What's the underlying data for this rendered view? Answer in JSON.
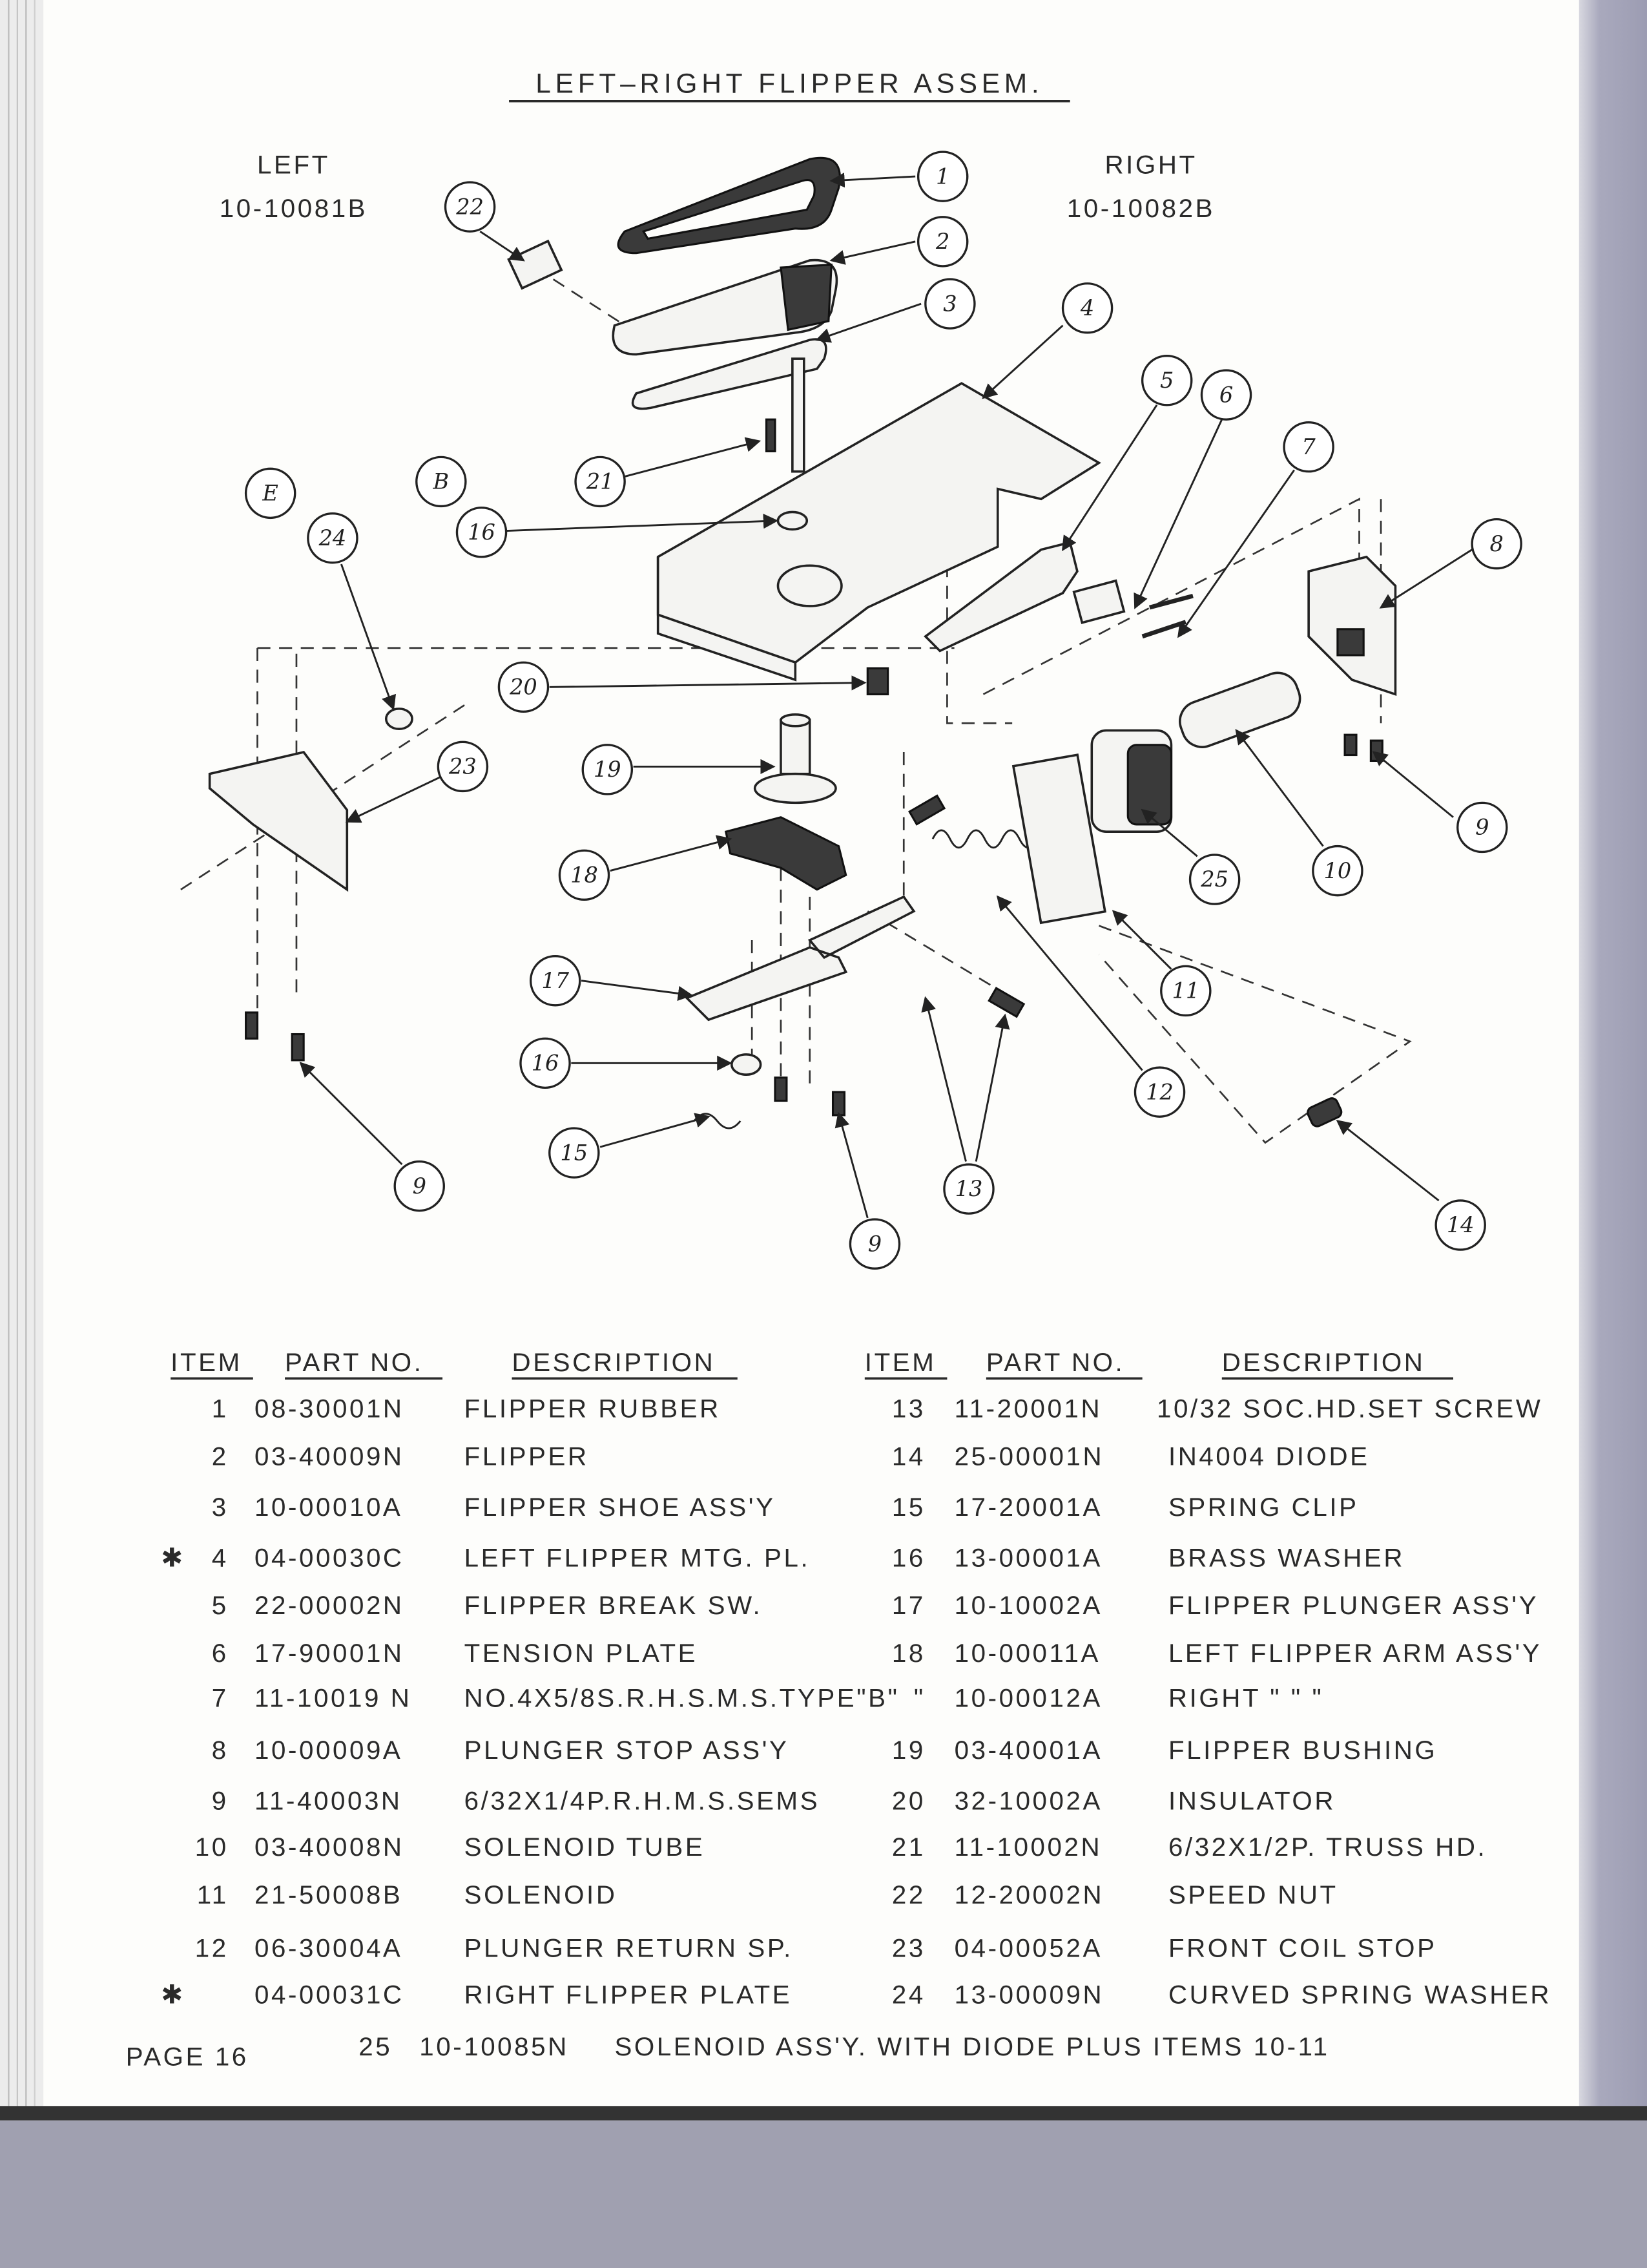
{
  "document": {
    "title": "LEFT–RIGHT  FLIPPER  ASSEM.",
    "left": {
      "label": "LEFT",
      "part_no": "10-10081B"
    },
    "right": {
      "label": "RIGHT",
      "part_no": "10-10082B"
    }
  },
  "diagram": {
    "callouts": [
      "1",
      "2",
      "3",
      "4",
      "5",
      "6",
      "7",
      "8",
      "9",
      "10",
      "25",
      "11",
      "12",
      "13",
      "14",
      "9",
      "9",
      "15",
      "16",
      "17",
      "18",
      "19",
      "20",
      "23",
      "24",
      "E",
      "B",
      "21",
      "16",
      "22"
    ]
  },
  "parts_table": {
    "headers": {
      "item": "ITEM",
      "part_no": "PART NO.",
      "description": "DESCRIPTION"
    },
    "left_rows": [
      {
        "mark": "",
        "item": "1",
        "part_no": "08-30001N",
        "description": "FLIPPER  RUBBER"
      },
      {
        "mark": "",
        "item": "2",
        "part_no": "03-40009N",
        "description": "FLIPPER"
      },
      {
        "mark": "",
        "item": "3",
        "part_no": "10-00010A",
        "description": "FLIPPER SHOE ASS'Y"
      },
      {
        "mark": "✱",
        "item": "4",
        "part_no": "04-00030C",
        "description": "LEFT FLIPPER MTG. PL."
      },
      {
        "mark": "",
        "item": "5",
        "part_no": "22-00002N",
        "description": "FLIPPER  BREAK  SW."
      },
      {
        "mark": "",
        "item": "6",
        "part_no": "17-90001N",
        "description": "TENSION  PLATE"
      },
      {
        "mark": "",
        "item": "7",
        "part_no": "11-10019 N",
        "description": "NO.4X5/8S.R.H.S.M.S.TYPE\"B\""
      },
      {
        "mark": "",
        "item": "8",
        "part_no": "10-00009A",
        "description": "PLUNGER  STOP  ASS'Y"
      },
      {
        "mark": "",
        "item": "9",
        "part_no": "11-40003N",
        "description": "6/32X1/4P.R.H.M.S.SEMS"
      },
      {
        "mark": "",
        "item": "10",
        "part_no": "03-40008N",
        "description": "SOLENOID  TUBE"
      },
      {
        "mark": "",
        "item": "11",
        "part_no": "21-50008B",
        "description": "SOLENOID"
      },
      {
        "mark": "",
        "item": "12",
        "part_no": "06-30004A",
        "description": "PLUNGER  RETURN  SP."
      },
      {
        "mark": "✱",
        "item": "",
        "part_no": "04-00031C",
        "description": "RIGHT FLIPPER PLATE"
      }
    ],
    "right_rows": [
      {
        "item": "13",
        "part_no": "11-20001N",
        "description": "10/32 SOC.HD.SET SCREW"
      },
      {
        "item": "14",
        "part_no": "25-00001N",
        "description": "IN4004 DIODE"
      },
      {
        "item": "15",
        "part_no": "17-20001A",
        "description": "SPRING  CLIP"
      },
      {
        "item": "16",
        "part_no": "13-00001A",
        "description": "BRASS  WASHER"
      },
      {
        "item": "17",
        "part_no": "10-10002A",
        "description": "FLIPPER PLUNGER ASS'Y"
      },
      {
        "item": "18",
        "part_no": "10-00011A",
        "description": "LEFT FLIPPER ARM ASS'Y"
      },
      {
        "item": "\"",
        "part_no": "10-00012A",
        "description": "RIGHT      \"        \"       \""
      },
      {
        "item": "19",
        "part_no": "03-40001A",
        "description": "FLIPPER  BUSHING"
      },
      {
        "item": "20",
        "part_no": "32-10002A",
        "description": "INSULATOR"
      },
      {
        "item": "21",
        "part_no": "11-10002N",
        "description": "6/32X1/2P. TRUSS HD."
      },
      {
        "item": "22",
        "part_no": "12-20002N",
        "description": "SPEED  NUT"
      },
      {
        "item": "23",
        "part_no": "04-00052A",
        "description": "FRONT COIL STOP"
      },
      {
        "item": "24",
        "part_no": "13-00009N",
        "description": "CURVED SPRING WASHER"
      }
    ],
    "footnote": {
      "item": "25",
      "part_no": "10-10085N",
      "description": "SOLENOID ASS'Y. WITH DIODE PLUS ITEMS 10-11"
    }
  },
  "footer": {
    "page": "PAGE  16"
  },
  "colors": {
    "paper": "#fdfdfb",
    "ink": "#2a2a2a",
    "scan_edge": "#a9a9bd",
    "binding": "#333333"
  }
}
